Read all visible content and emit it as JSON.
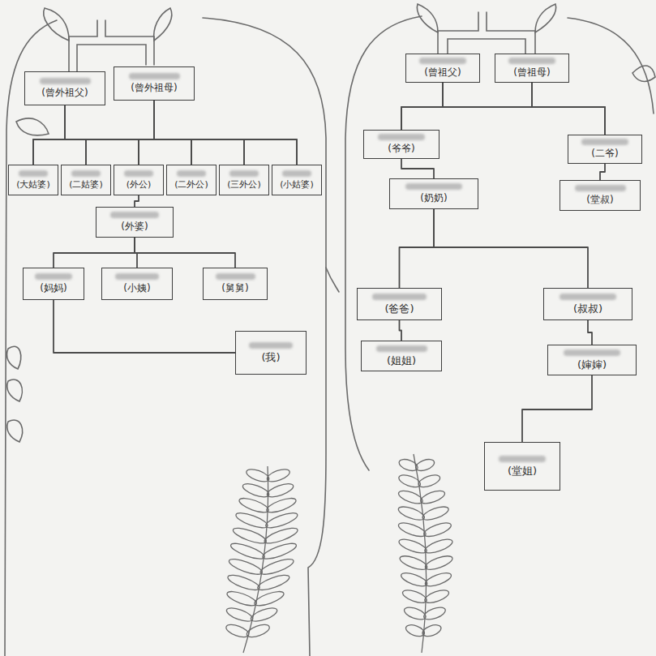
{
  "diagram": {
    "nodes": [
      {
        "text": [
          "(曾外祖父)"
        ]
      },
      {
        "text": [
          "(曾外祖母)"
        ]
      },
      {
        "text": [
          "(大姑婆)"
        ]
      },
      {
        "text": [
          "(二姑婆)"
        ]
      },
      {
        "text": [
          "(外公)"
        ]
      },
      {
        "text": [
          "(二外公)"
        ]
      },
      {
        "text": [
          "(三外公)"
        ]
      },
      {
        "text": [
          "(小姑婆)"
        ]
      },
      {
        "text": [
          "(外婆)"
        ]
      },
      {
        "text": [
          "(妈妈)"
        ]
      },
      {
        "text": [
          "(小姨)"
        ]
      },
      {
        "text": [
          "(舅舅)"
        ]
      },
      {
        "text": [
          "(我)"
        ]
      },
      {
        "text": [
          "(曾祖父)"
        ]
      },
      {
        "text": [
          "(曾祖母)"
        ]
      },
      {
        "text": [
          "(爷爷)"
        ]
      },
      {
        "text": [
          "(二爷)"
        ]
      },
      {
        "text": [
          "(奶奶)"
        ]
      },
      {
        "text": [
          "(堂叔)"
        ]
      },
      {
        "text": [
          "(爸爸)"
        ]
      },
      {
        "text": [
          "(叔叔)"
        ]
      },
      {
        "text": [
          "(姐姐)"
        ]
      },
      {
        "text": [
          "(婶婶)"
        ]
      },
      {
        "text": [
          "(堂姐)"
        ]
      }
    ],
    "edges": [
      {
        "from": 0,
        "to": 2,
        "arrow": "none"
      },
      {
        "from": 0,
        "to": 3,
        "arrow": "none"
      },
      {
        "from": 0,
        "to": 4,
        "arrow": "none"
      },
      {
        "from": 0,
        "to": 5,
        "arrow": "none"
      },
      {
        "from": 0,
        "to": 6,
        "arrow": "none"
      },
      {
        "from": 0,
        "to": 7,
        "arrow": "none"
      },
      {
        "from": 1,
        "to": 2,
        "arrow": "none"
      },
      {
        "from": 1,
        "to": 3,
        "arrow": "none"
      },
      {
        "from": 1,
        "to": 4,
        "arrow": "none"
      },
      {
        "from": 1,
        "to": 5,
        "arrow": "none"
      },
      {
        "from": 1,
        "to": 6,
        "arrow": "none"
      },
      {
        "from": 1,
        "to": 7,
        "arrow": "none"
      },
      {
        "from": 4,
        "to": 8,
        "arrow": "none"
      },
      {
        "from": 8,
        "to": 9,
        "arrow": "none"
      },
      {
        "from": 8,
        "to": 10,
        "arrow": "none"
      },
      {
        "from": 8,
        "to": 11,
        "arrow": "none"
      },
      {
        "from": 9,
        "to": 12,
        "arrow": "none"
      },
      {
        "from": 13,
        "to": 15,
        "arrow": "none"
      },
      {
        "from": 13,
        "to": 16,
        "arrow": "none"
      },
      {
        "from": 14,
        "to": 15,
        "arrow": "none"
      },
      {
        "from": 14,
        "to": 16,
        "arrow": "none"
      },
      {
        "from": 15,
        "to": 17,
        "arrow": "none"
      },
      {
        "from": 16,
        "to": 18,
        "arrow": "none"
      },
      {
        "from": 17,
        "to": 19,
        "arrow": "none"
      },
      {
        "from": 17,
        "to": 20,
        "arrow": "none"
      },
      {
        "from": 19,
        "to": 21,
        "arrow": "none"
      },
      {
        "from": 20,
        "to": 22,
        "arrow": "none"
      },
      {
        "from": 22,
        "to": 23,
        "arrow": "none"
      }
    ]
  }
}
